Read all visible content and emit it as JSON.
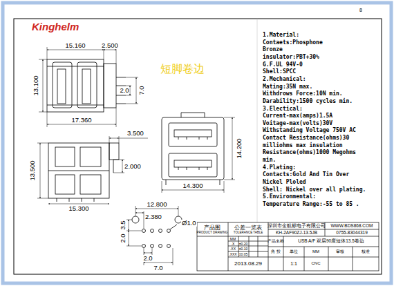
{
  "diagram": {
    "labels": [
      "Kinghelm",
      "短脚卷边",
      "15.160",
      "2.500",
      "13.100",
      "7.0",
      "2.0",
      "17.360",
      "3.500",
      "13.500",
      "2.000",
      "15.300",
      "14.200",
      "14.300",
      "12.800",
      "2.380",
      "Ø1.0",
      "3.5",
      "2.0",
      "2.0",
      "7.0",
      "1.Material:",
      "Contaets:Phosphone",
      "Bronze",
      "insulator:PBT+30%",
      "G.F.UL  94V-0",
      "Shell:SPCC",
      "2.Mechanical:",
      "Mating:35N max.",
      "Withdrows Force:10N min.",
      "Darability:1500 cycles min.",
      "3.Electical:",
      "Current-max(amps)1.5A",
      "Voitage-max(volts)30V",
      "Withstanding Voltage 750V AC",
      "Contact Resistance(ohms)30",
      "milliohms max insulation",
      "Resistance(ohms)1000 Megohms",
      "min.",
      "4.Plating:",
      "Contacts:Gold And Tin Over",
      "Nickel Ploled",
      "Shell: Nickel over all plating.",
      "5.Environmental:",
      "Temperature Range:-55 to 85 .",
      "产品图",
      "PRODUCT DRAWING",
      "公差一览表",
      "TOLERANCE TABLE",
      "MM",
      ".X",
      "±0.20",
      ".XX",
      "±0.10",
      ".XXX",
      "±0.05",
      "2013.08.29",
      "深圳市金航标电子有限公司",
      "WWW.BDS868.COM",
      "KH-2AF90ZJ-13.5JB",
      "0755-83044319",
      "产品名称",
      "USB A/F 双层90度短体13.5卷边",
      "角 投",
      "单位",
      "MM",
      "审核",
      "核准",
      "1:1",
      "CNC",
      "8"
    ]
  }
}
